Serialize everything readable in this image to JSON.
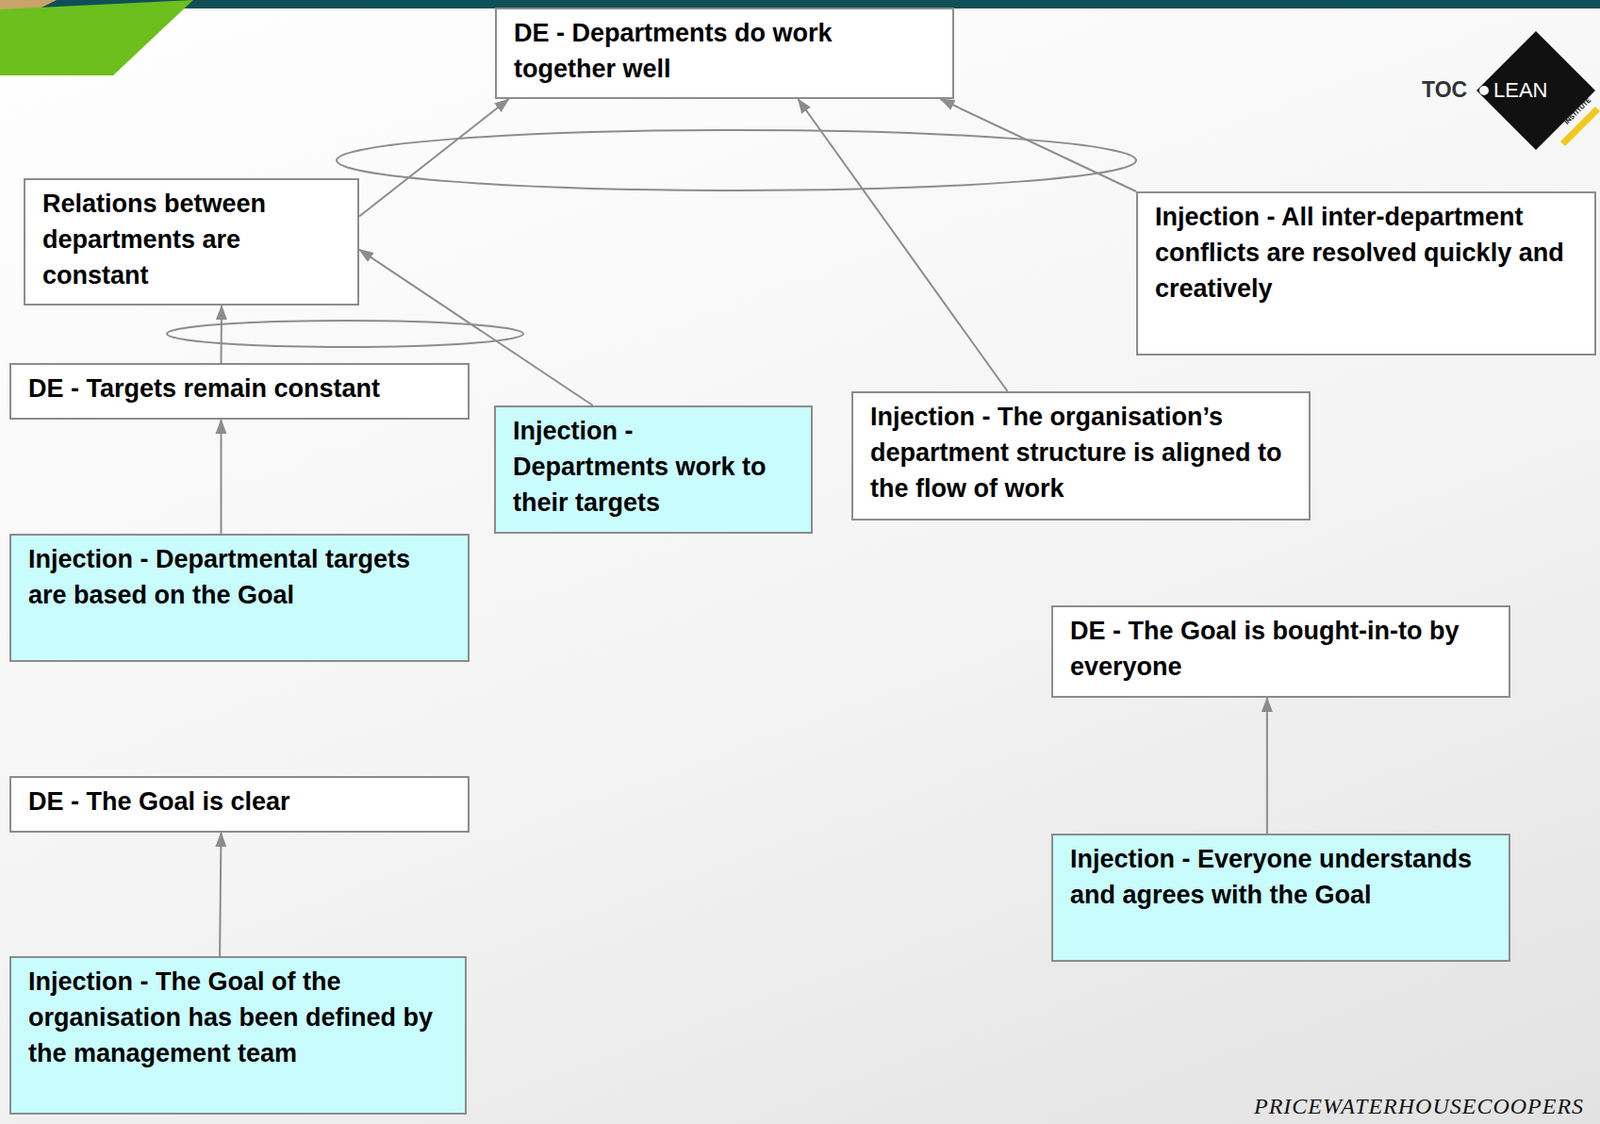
{
  "diagram": {
    "nodes": [
      {
        "text": [
          "DE - Departments do work together well"
        ]
      },
      {
        "text": [
          "Relations between departments are constant"
        ]
      },
      {
        "text": [
          "Injection - All inter-department conflicts are resolved quickly and creatively"
        ]
      },
      {
        "text": [
          "DE - Targets remain constant"
        ]
      },
      {
        "text": [
          "Injection - Departments work to their targets"
        ]
      },
      {
        "text": [
          "Injection - The organisation’s department structure is aligned to the flow of work"
        ]
      },
      {
        "text": [
          "Injection - Departmental targets are based on the Goal"
        ]
      },
      {
        "text": [
          "DE - The Goal is bought-in-to by everyone"
        ]
      },
      {
        "text": [
          "DE - The Goal is clear"
        ]
      },
      {
        "text": [
          "Injection - Everyone understands and agrees with the Goal"
        ]
      },
      {
        "text": [
          "Injection - The Goal of the organisation has been defined by the management team"
        ]
      }
    ],
    "edges": [
      {
        "from": 1,
        "to": 0,
        "arrow": "to"
      },
      {
        "from": 3,
        "to": 1,
        "arrow": "to"
      },
      {
        "from": 4,
        "to": 1,
        "arrow": "to"
      },
      {
        "from": 5,
        "to": 0,
        "arrow": "to"
      },
      {
        "from": 2,
        "to": 0,
        "arrow": "to"
      },
      {
        "from": 6,
        "to": 3,
        "arrow": "to"
      },
      {
        "from": 10,
        "to": 8,
        "arrow": "to"
      },
      {
        "from": 9,
        "to": 7,
        "arrow": "to"
      }
    ],
    "labels": [
      "TOC",
      "LEAN",
      "INSTITUTE",
      "PRICEWATERHOUSECOOPERS"
    ]
  }
}
